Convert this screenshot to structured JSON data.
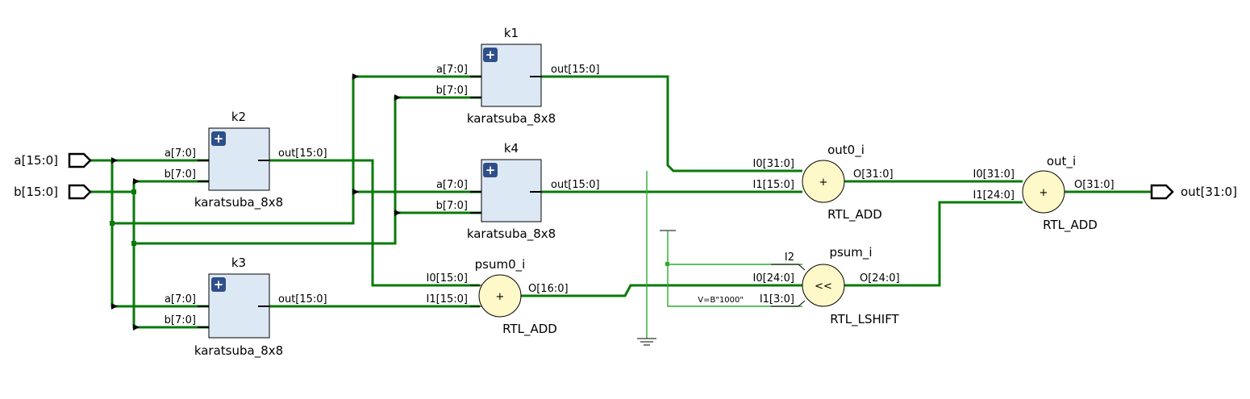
{
  "inputs": [
    {
      "label": "a[15:0]"
    },
    {
      "label": "b[15:0]"
    }
  ],
  "output": {
    "label": "out[31:0]"
  },
  "instances": {
    "k1": {
      "name": "k1",
      "type": "karatsuba_8x8",
      "in_a": "a[7:0]",
      "in_b": "b[7:0]",
      "out": "out[15:0]"
    },
    "k2": {
      "name": "k2",
      "type": "karatsuba_8x8",
      "in_a": "a[7:0]",
      "in_b": "b[7:0]",
      "out": "out[15:0]"
    },
    "k3": {
      "name": "k3",
      "type": "karatsuba_8x8",
      "in_a": "a[7:0]",
      "in_b": "b[7:0]",
      "out": "out[15:0]"
    },
    "k4": {
      "name": "k4",
      "type": "karatsuba_8x8",
      "in_a": "a[7:0]",
      "in_b": "b[7:0]",
      "out": "out[15:0]"
    }
  },
  "operators": {
    "psum0_i": {
      "name": "psum0_i",
      "type": "RTL_ADD",
      "symbol": "+",
      "in0": "I0[15:0]",
      "in1": "I1[15:0]",
      "out": "O[16:0]"
    },
    "out0_i": {
      "name": "out0_i",
      "type": "RTL_ADD",
      "symbol": "+",
      "in0": "I0[31:0]",
      "in1": "I1[15:0]",
      "out": "O[31:0]"
    },
    "psum_i": {
      "name": "psum_i",
      "type": "RTL_LSHIFT",
      "symbol": "<<",
      "in2": "I2",
      "in0": "I0[24:0]",
      "in1": "I1[3:0]",
      "out": "O[24:0]",
      "const": "V=B\"1000\""
    },
    "out_i": {
      "name": "out_i",
      "type": "RTL_ADD",
      "symbol": "+",
      "in0": "I0[31:0]",
      "in1": "I1[24:0]",
      "out": "O[31:0]"
    }
  },
  "colors": {
    "wire": "#0a7a0a",
    "box": "#dde8f5",
    "operator": "#fff8c8",
    "expand_button": "#2f4f8a"
  }
}
